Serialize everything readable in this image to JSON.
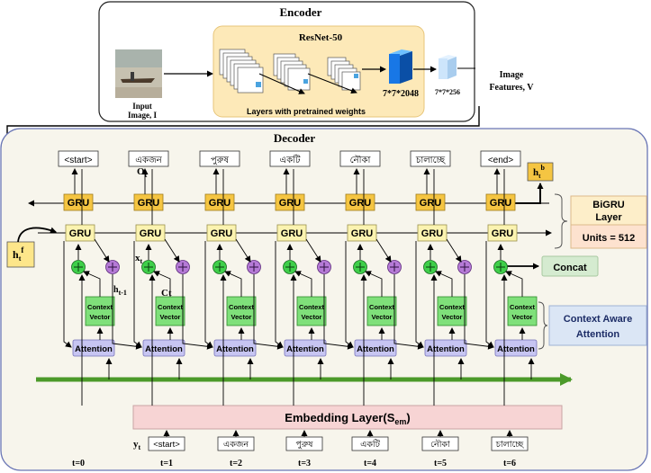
{
  "encoder": {
    "title": "Encoder",
    "resnet_title": "ResNet-50",
    "layers_caption": "Layers with pretrained weights",
    "input_label_line1": "Input",
    "input_label_line2": "Image, I",
    "feature1_label": "7*7*2048",
    "feature2_label": "7*7*256",
    "output_label_line1": "Image",
    "output_label_line2": "Features, V"
  },
  "decoder": {
    "title": "Decoder",
    "gru_label": "GRU",
    "context_label_line1": "Context",
    "context_label_line2": "Vector",
    "attention_label": "Attention",
    "output_tokens": [
      "<start>",
      "একজন",
      "পুরুষ",
      "একটি",
      "নৌকা",
      "চালাচ্ছে",
      "<end>"
    ],
    "input_tokens": [
      "<start>",
      "একজন",
      "পুরুষ",
      "একটি",
      "নৌকা",
      "চালাচ্ছে"
    ],
    "timesteps": [
      "t=0",
      "t=1",
      "t=2",
      "t=3",
      "t=4",
      "t=5",
      "t=6"
    ],
    "embedding_label": "Embedding Layer(S",
    "embedding_sub": "em",
    "embedding_close": ")",
    "yt_label": "y",
    "yt_sub": "t",
    "ot_label": "O",
    "ot_sub": "t",
    "xt_label": "x",
    "xt_sub": "t",
    "ht1_label": "h",
    "ht1_sub": "t-1",
    "ct_label": "Ct",
    "htf_label": "h",
    "htf_sub": "t",
    "htf_sup": "f",
    "htb_label": "h",
    "htb_sub": "t",
    "htb_sup": "b"
  },
  "legend": {
    "bigru_line1": "BiGRU",
    "bigru_line2": "Layer",
    "units": "Units = 512",
    "concat": "Concat",
    "attention_line1": "Context Aware",
    "attention_line2": "Attention"
  },
  "colors": {
    "gru_top": "#f5c542",
    "gru_bottom": "#fbf3b0",
    "context": "#7fe07a",
    "attention": "#c7c5f2",
    "concat_circle": "#3fcf4a",
    "merge_circle": "#b57ad6",
    "decoder_bg": "#f7f5ec",
    "resnet_bg": "#fde9b8",
    "embedding_bg": "#f7d4d4",
    "green_arrow": "#4c9a2a",
    "legend_bigru": "#fdeec9",
    "legend_units": "#fde2cf",
    "legend_concat": "#d5ebd0",
    "legend_attention": "#dbe6f5"
  }
}
